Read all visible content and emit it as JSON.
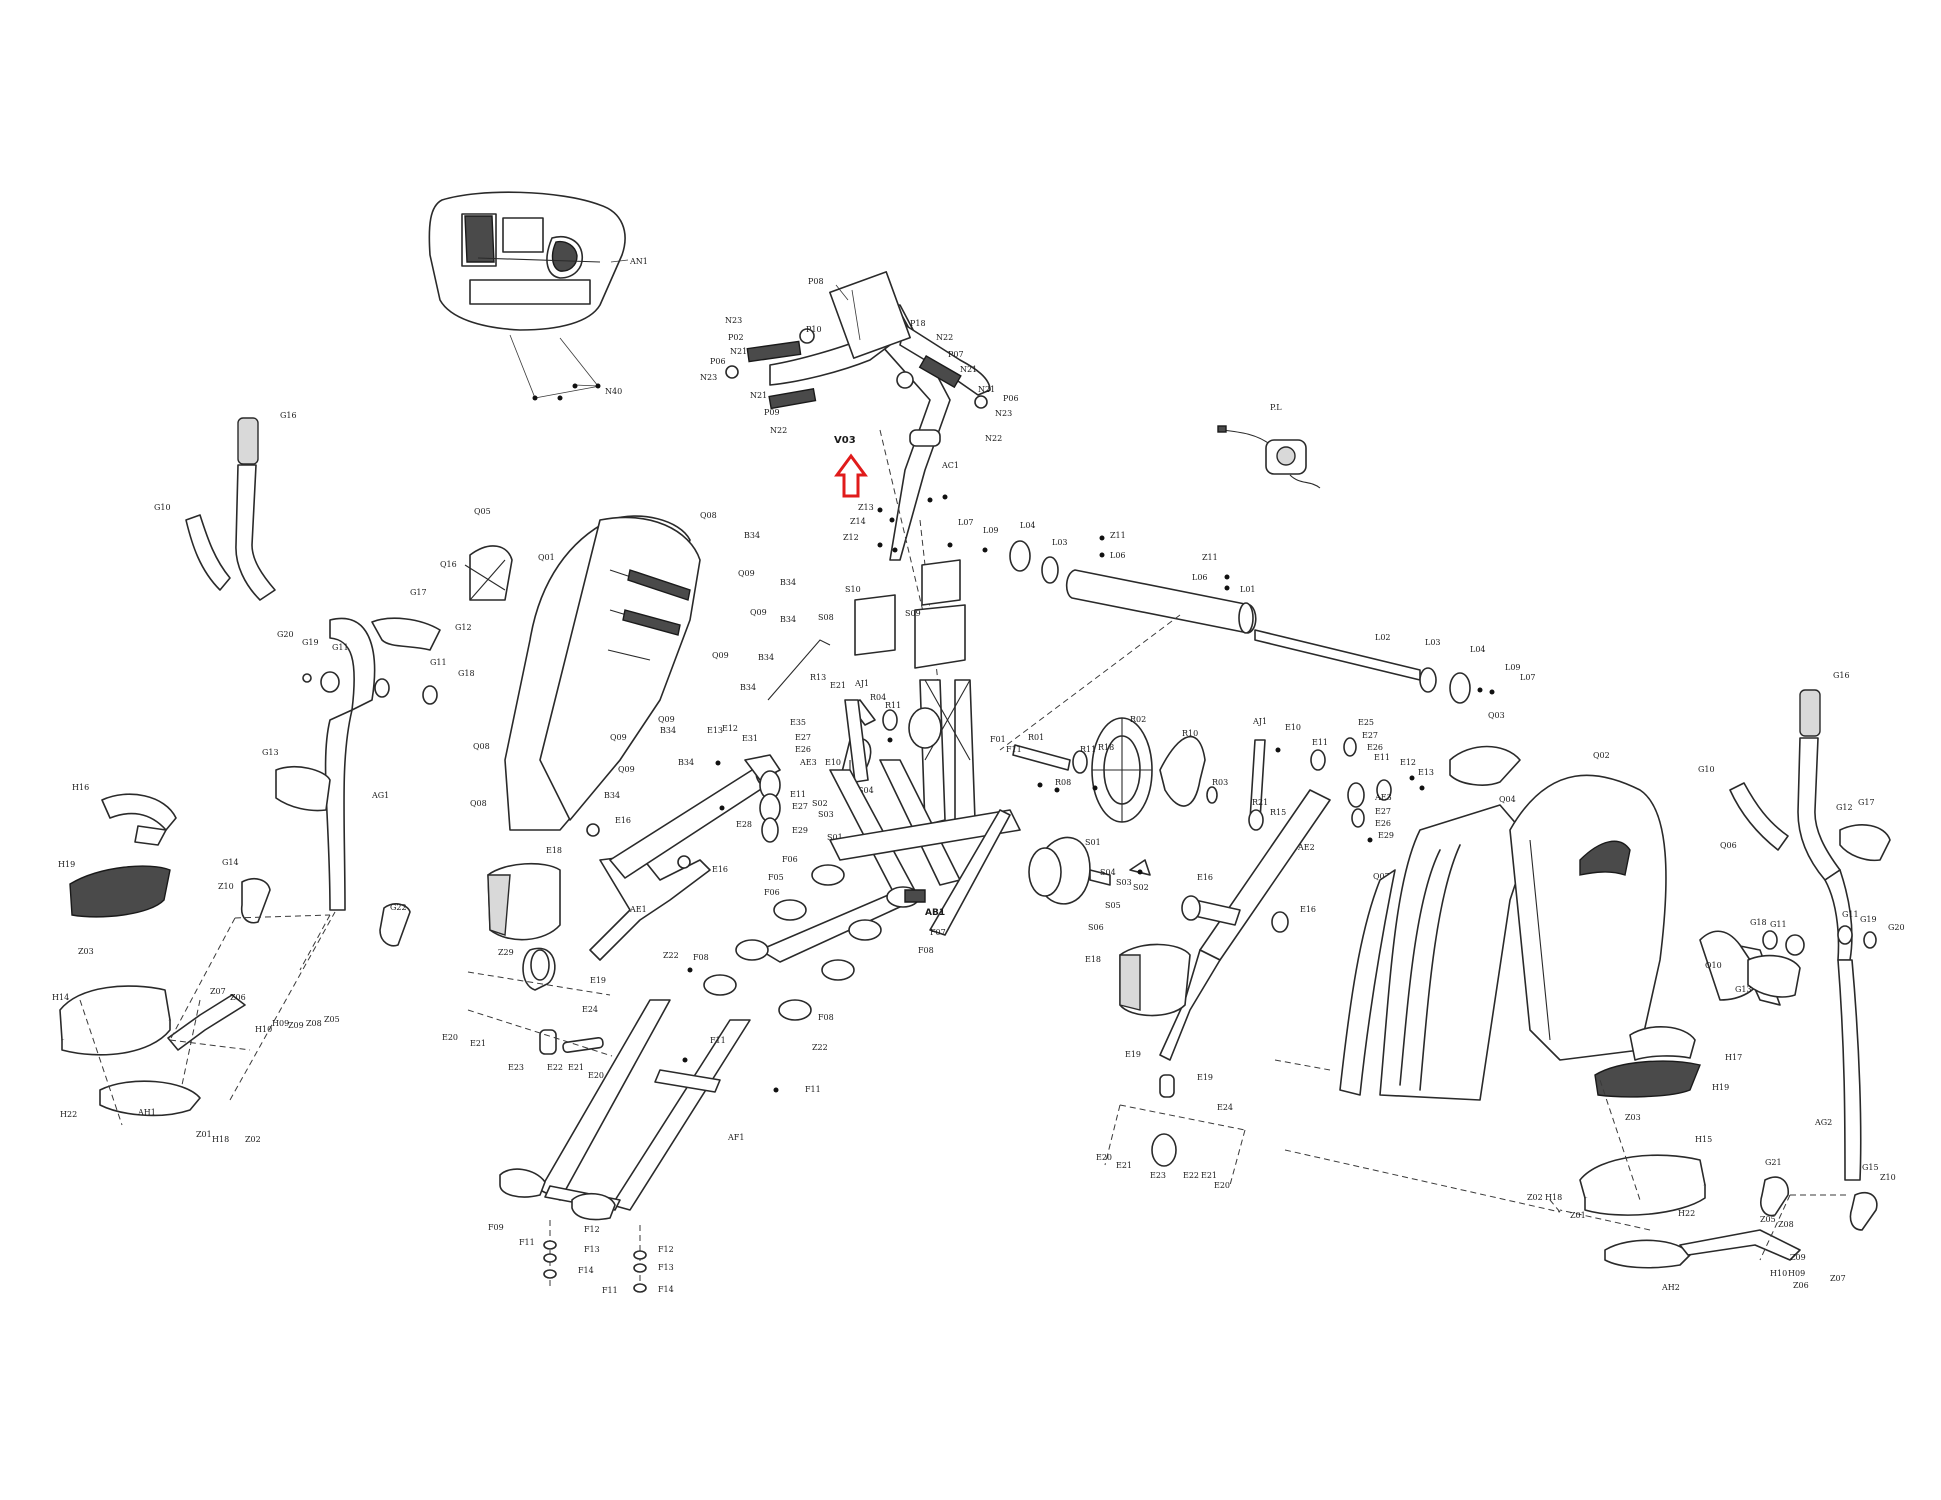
{
  "highlight": {
    "label": "V03",
    "arrow_color": "#e01b1b"
  },
  "labels": {
    "AN1": "AN1",
    "N40": "N40",
    "P08": "P08",
    "N23a": "N23",
    "P02": "P02",
    "N21a": "N21",
    "P06": "P06",
    "N23b": "N23",
    "N21b": "N21",
    "P09": "P09",
    "N22a": "N22",
    "P10": "P10",
    "P18": "P18",
    "N22b": "N22",
    "P07": "P07",
    "N21c": "N21",
    "N21d": "N21",
    "P06b": "P06",
    "N23c": "N23",
    "N22c": "N22",
    "AC1": "AC1",
    "Z13": "Z13",
    "Z14": "Z14",
    "Z12": "Z12",
    "PL": "P.L",
    "L07a": "L07",
    "L09a": "L09",
    "L04a": "L04",
    "L03a": "L03",
    "Z11a": "Z11",
    "L06a": "L06",
    "Z11b": "Z11",
    "L06b": "L06",
    "L01": "L01",
    "L02": "L02",
    "L03b": "L03",
    "L04b": "L04",
    "L09b": "L09",
    "L07b": "L07",
    "G16a": "G16",
    "G10a": "G10",
    "G17a": "G17",
    "G12a": "G12",
    "G20a": "G20",
    "G19a": "G19",
    "G11a": "G11",
    "G11b": "G11",
    "G18a": "G18",
    "AG1": "AG1",
    "G13a": "G13",
    "H16": "H16",
    "H19a": "H19",
    "G14": "G14",
    "Z10a": "Z10",
    "G22": "G22",
    "Z03a": "Z03",
    "H14": "H14",
    "Z07a": "Z07",
    "Z06a": "Z06",
    "H09a": "H09",
    "H10a": "H10",
    "Z09a": "Z09",
    "Z08a": "Z08",
    "Z05a": "Z05",
    "H22a": "H22",
    "AH1": "AH1",
    "Z01a": "Z01",
    "H18a": "H18",
    "Z02a": "Z02",
    "Q05": "Q05",
    "Q08a": "Q08",
    "Q01": "Q01",
    "Q16": "Q16",
    "Q09a": "Q09",
    "Q09b": "Q09",
    "Q09c": "Q09",
    "Q09d": "Q09",
    "Q09e": "Q09",
    "Q09f": "Q09",
    "B34a": "B34",
    "B34b": "B34",
    "B34c": "B34",
    "B34d": "B34",
    "B34e": "B34",
    "B34f": "B34",
    "B34g": "B34",
    "B34h": "B34",
    "Q08b": "Q08",
    "Q08c": "Q08",
    "E16a": "E16",
    "E18a": "E18",
    "AE1": "AE1",
    "E16b": "E16",
    "E13": "E13",
    "E12a": "E12",
    "E31": "E31",
    "E35": "E35",
    "E27a": "E27",
    "E26a": "E26",
    "AE3": "AE3",
    "E10a": "E10",
    "E11a": "E11",
    "E27b": "E27",
    "E28": "E28",
    "E29a": "E29",
    "Z29": "Z29",
    "E19a": "E19",
    "E24a": "E24",
    "E20a": "E20",
    "E21a": "E21",
    "E23a": "E23",
    "E22a": "E22",
    "E21b": "E21",
    "E20b": "E20",
    "R13": "R13",
    "E21c": "E21",
    "AJ1": "AJ1",
    "R04": "R04",
    "R11a": "R11",
    "S08": "S08",
    "S10": "S10",
    "S09": "S09",
    "S04a": "S04",
    "S02a": "S02",
    "S03a": "S03",
    "S01a": "S01",
    "F06a": "F06",
    "F05": "F05",
    "F06b": "F06",
    "F07": "F07",
    "F08a": "F08",
    "AB1": "AB1",
    "Z22a": "Z22",
    "F08b": "F08",
    "F08c": "F08",
    "Z22b": "Z22",
    "F11a": "F11",
    "F11b": "F11",
    "AF1": "AF1",
    "F09": "F09",
    "F11c": "F11",
    "F12a": "F12",
    "F13a": "F13",
    "F14a": "F14",
    "F12b": "F12",
    "F13b": "F13",
    "F11d": "F11",
    "F14b": "F14",
    "F01": "F01",
    "F11e": "F11",
    "R01": "R01",
    "R08": "R08",
    "R11b": "R11",
    "R18": "R18",
    "R02": "R02",
    "R10": "R10",
    "R03": "R03",
    "S01b": "S01",
    "S04b": "S04",
    "S03b": "S03",
    "S02b": "S02",
    "S05": "S05",
    "S06": "S06",
    "AJ1b": "AJ1",
    "E10b": "E10",
    "E25": "E25",
    "E27c": "E27",
    "E11b": "E11",
    "E26b": "E26",
    "E11c": "E11",
    "E12b": "E12",
    "E13b": "E13",
    "AE3b": "AE3",
    "E27d": "E27",
    "E26c": "E26",
    "E29b": "E29",
    "R21": "R21",
    "R15": "R15",
    "Q03": "Q03",
    "Q02": "Q02",
    "Q04": "Q04",
    "Q07": "Q07",
    "AE2": "AE2",
    "E16c": "E16",
    "E16d": "E16",
    "E18b": "E18",
    "E19b": "E19",
    "E19c": "E19",
    "E24b": "E24",
    "E20c": "E20",
    "E21d": "E21",
    "E23b": "E23",
    "E22b": "E22",
    "E21e": "E21",
    "E20d": "E20",
    "G16b": "G16",
    "G10b": "G10",
    "G17b": "G17",
    "G12b": "G12",
    "Q06": "Q06",
    "G18b": "G18",
    "G11c": "G11",
    "G11d": "G11",
    "G19b": "G19",
    "G20b": "G20",
    "Q10": "Q10",
    "G13b": "G13",
    "H17": "H17",
    "H19b": "H19",
    "Z03b": "Z03",
    "H15": "H15",
    "G21": "G21",
    "G15": "G15",
    "Z10b": "Z10",
    "AG2": "AG2",
    "Z02b": "Z02",
    "H18b": "H18",
    "Z01b": "Z01",
    "H22b": "H22",
    "Z05b": "Z05",
    "Z08b": "Z08",
    "Z09b": "Z09",
    "H10b": "H10",
    "H09b": "H09",
    "Z06b": "Z06",
    "Z07b": "Z07",
    "AH2": "AH2"
  }
}
